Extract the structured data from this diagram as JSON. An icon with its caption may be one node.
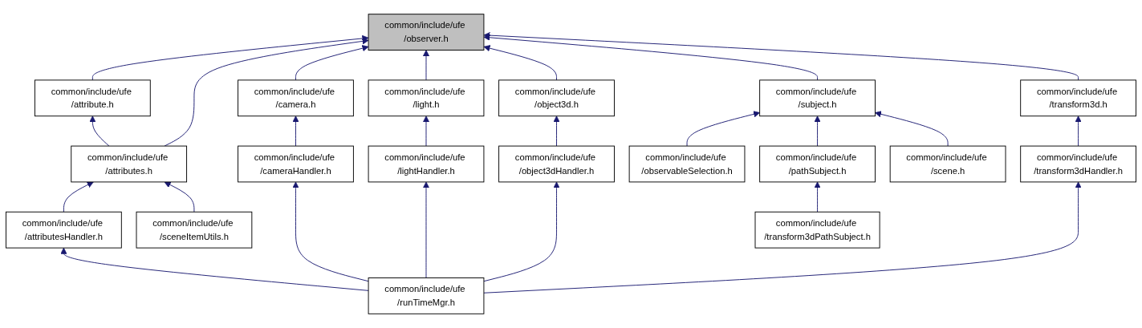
{
  "diagram": {
    "nodes": [
      {
        "text": [
          "common/include/ufe /observer.h"
        ]
      },
      {
        "text": [
          "common/include/ufe /attribute.h"
        ]
      },
      {
        "text": [
          "common/include/ufe /camera.h"
        ]
      },
      {
        "text": [
          "common/include/ufe /light.h"
        ]
      },
      {
        "text": [
          "common/include/ufe /subject.h"
        ]
      },
      {
        "text": [
          "common/include/ufe /transform3d.h"
        ]
      },
      {
        "text": [
          "common/include/ufe /attributes.h"
        ]
      },
      {
        "text": [
          "common/include/ufe /object3d.h"
        ]
      },
      {
        "text": [
          "common/include/ufe /observableSelection.h"
        ]
      },
      {
        "text": [
          "common/include/ufe /pathSubject.h"
        ]
      },
      {
        "text": [
          "common/include/ufe /scene.h"
        ]
      },
      {
        "text": [
          "common/include/ufe /transform3dHandler.h"
        ]
      },
      {
        "text": [
          "common/include/ufe /attributesHandler.h"
        ]
      },
      {
        "text": [
          "common/include/ufe /sceneItemUtils.h"
        ]
      },
      {
        "text": [
          "common/include/ufe /cameraHandler.h"
        ]
      },
      {
        "text": [
          "common/include/ufe /lightHandler.h"
        ]
      },
      {
        "text": [
          "common/include/ufe /object3dHandler.h"
        ]
      },
      {
        "text": [
          "common/include/ufe /transform3dPathSubject.h"
        ]
      },
      {
        "text": [
          "common/include/ufe /runTimeMgr.h"
        ]
      }
    ],
    "edges": [
      {
        "from": 1,
        "to": 0,
        "arrow": "to"
      },
      {
        "from": 6,
        "to": 0,
        "arrow": "to"
      },
      {
        "from": 2,
        "to": 0,
        "arrow": "to"
      },
      {
        "from": 3,
        "to": 0,
        "arrow": "to"
      },
      {
        "from": 7,
        "to": 0,
        "arrow": "to"
      },
      {
        "from": 4,
        "to": 0,
        "arrow": "to"
      },
      {
        "from": 5,
        "to": 0,
        "arrow": "to"
      },
      {
        "from": 6,
        "to": 1,
        "arrow": "to"
      },
      {
        "from": 14,
        "to": 2,
        "arrow": "to"
      },
      {
        "from": 15,
        "to": 3,
        "arrow": "to"
      },
      {
        "from": 16,
        "to": 7,
        "arrow": "to"
      },
      {
        "from": 8,
        "to": 4,
        "arrow": "to"
      },
      {
        "from": 9,
        "to": 4,
        "arrow": "to"
      },
      {
        "from": 10,
        "to": 4,
        "arrow": "to"
      },
      {
        "from": 11,
        "to": 5,
        "arrow": "to"
      },
      {
        "from": 12,
        "to": 6,
        "arrow": "to"
      },
      {
        "from": 13,
        "to": 6,
        "arrow": "to"
      },
      {
        "from": 17,
        "to": 9,
        "arrow": "to"
      },
      {
        "from": 18,
        "to": 12,
        "arrow": "to"
      },
      {
        "from": 18,
        "to": 14,
        "arrow": "to"
      },
      {
        "from": 18,
        "to": 15,
        "arrow": "to"
      },
      {
        "from": 18,
        "to": 16,
        "arrow": "to"
      },
      {
        "from": 18,
        "to": 11,
        "arrow": "to"
      }
    ]
  }
}
